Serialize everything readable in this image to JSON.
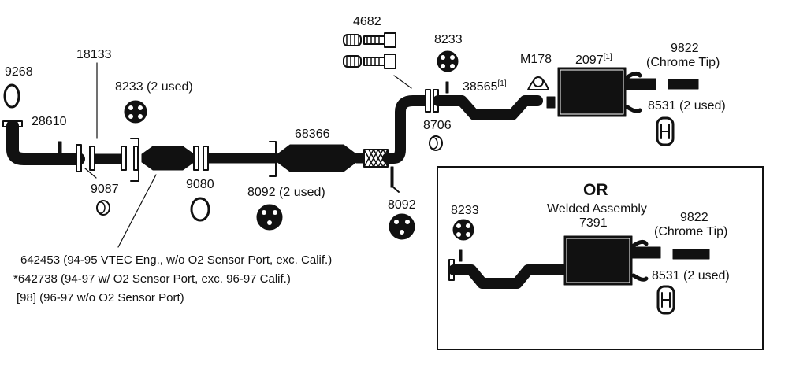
{
  "labels": {
    "p9268": "9268",
    "p18133": "18133",
    "p8233_top": "8233",
    "p8233_2used": "8233 (2 used)",
    "p28610": "28610",
    "p9087": "9087",
    "p9080": "9080",
    "p68366": "68366",
    "p8092_2used": "8092 (2 used)",
    "p8092": "8092",
    "p4682": "4682",
    "p38565": "38565",
    "p38565_note": "[1]",
    "p8706": "8706",
    "pM178": "M178",
    "p2097": "2097",
    "p2097_note": "[1]",
    "p9822": "9822",
    "chrome_tip": "(Chrome Tip)",
    "p8531_2used": "8531 (2 used)"
  },
  "alternative": {
    "or_label": "OR",
    "welded": "Welded Assembly",
    "p7391": "7391",
    "p8233": "8233",
    "p9822": "9822",
    "chrome_tip": "(Chrome Tip)",
    "p8531_2used": "8531 (2 used)"
  },
  "converter_notes": [
    "642453 (94-95 VTEC Eng., w/o O2 Sensor Port, exc. Calif.)",
    "*642738 (94-97 w/ O2 Sensor Port, exc. 96-97 Calif.)",
    "[98] (96-97 w/o O2 Sensor Port)"
  ]
}
